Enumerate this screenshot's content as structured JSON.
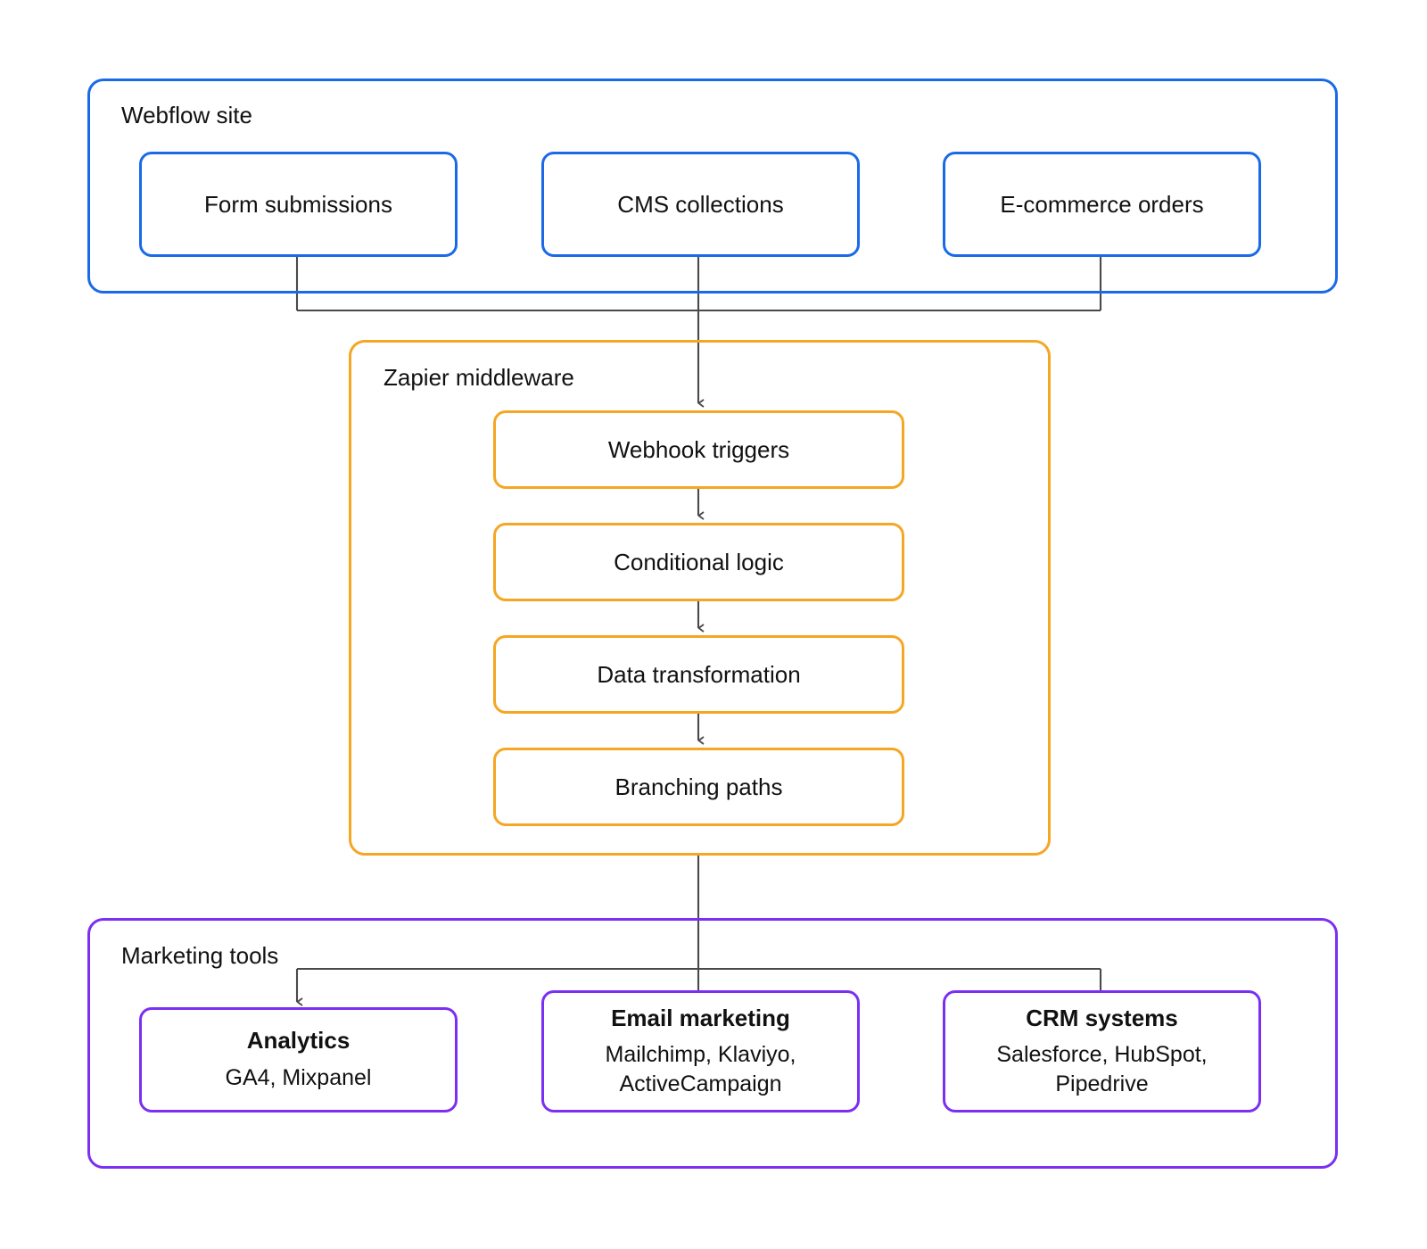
{
  "diagram": {
    "title": "Webflow to Zapier middleware to Marketing tools data flow",
    "colors": {
      "source_group": "#1a6ae8",
      "middleware_group": "#f5a623",
      "destination_group": "#7b2ff2",
      "connector": "#4a4a4a",
      "background": "#ffffff",
      "text": "#111111"
    }
  },
  "groups": {
    "source": {
      "label": "Webflow site",
      "nodes": [
        {
          "title": "Form submissions"
        },
        {
          "title": "CMS collections"
        },
        {
          "title": "E-commerce orders"
        }
      ]
    },
    "middleware": {
      "label": "Zapier middleware",
      "nodes": [
        {
          "title": "Webhook triggers"
        },
        {
          "title": "Conditional logic"
        },
        {
          "title": "Data transformation"
        },
        {
          "title": "Branching paths"
        }
      ]
    },
    "destination": {
      "label": "Marketing tools",
      "nodes": [
        {
          "title": "Analytics",
          "subtitle": "GA4, Mixpanel"
        },
        {
          "title": "Email marketing",
          "subtitle": "Mailchimp, Klaviyo, ActiveCampaign"
        },
        {
          "title": "CRM systems",
          "subtitle": "Salesforce, HubSpot, Pipedrive"
        }
      ]
    }
  },
  "flow": {
    "merge_description": "Form submissions, CMS collections and E-commerce orders merge into Zapier middleware",
    "chain_description": "Webhook triggers to Conditional logic to Data transformation to Branching paths",
    "fanout_description": "Branching paths fans out to Analytics, Email marketing and CRM systems"
  }
}
